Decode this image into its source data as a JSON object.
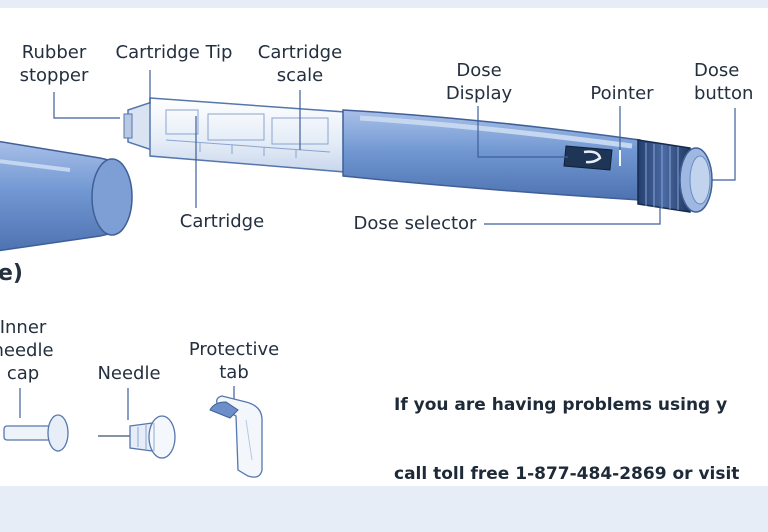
{
  "labels": {
    "rubber_stopper": "Rubber\nstopper",
    "cartridge_tip": "Cartridge Tip",
    "cartridge_scale": "Cartridge\nscale",
    "dose_display": "Dose\nDisplay",
    "pointer": "Pointer",
    "dose_button": "Dose\nbutton",
    "cartridge": "Cartridge",
    "dose_selector": "Dose selector",
    "section_fragment": "e)",
    "inner_needle_cap": "Inner\nneedle\ncap",
    "needle": "Needle",
    "protective_tab": "Protective\ntab"
  },
  "help": {
    "line1": "If you are having problems using y",
    "line2": "call toll free 1-877-484-2869 or visit"
  },
  "colors": {
    "pen_blue": "#6f93cf",
    "pen_dark": "#2f4f86",
    "leader_line": "#3d5f99",
    "background": "#e6edf6",
    "panel": "#ffffff"
  },
  "icons": [
    "pen-cap",
    "insulin-pen",
    "inner-needle-cap",
    "needle",
    "protective-tab"
  ]
}
